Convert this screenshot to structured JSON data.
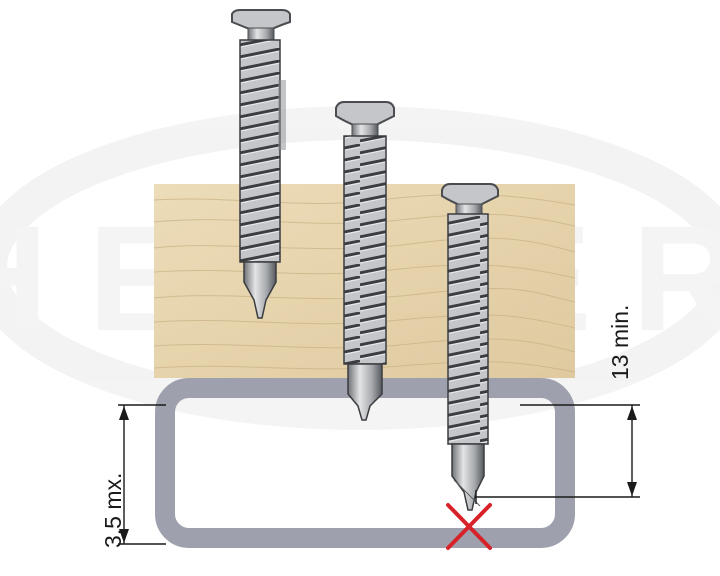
{
  "dimensions": {
    "wall_thickness_label": "3,5 mx.",
    "penetration_label": "13 min."
  },
  "watermark": {
    "text": "HELLER"
  },
  "icons": {
    "incorrect_mark": "red-x-icon"
  },
  "colors": {
    "wood": "#e6d3ad",
    "steel_tube": "#9ea1ad",
    "screw": "#b9bcc0",
    "screw_dark": "#3d3f43",
    "dimension_line": "#1a1a1a",
    "cross": "#d8222a",
    "watermark": "#eeeeee"
  }
}
